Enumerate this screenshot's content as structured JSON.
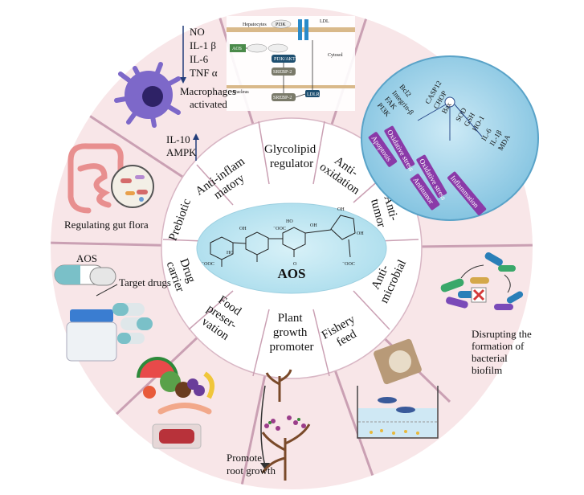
{
  "center": {
    "title": "AOS"
  },
  "segments": {
    "glycolipid": [
      "Glycolipid",
      "regulator"
    ],
    "antioxidation": [
      "Anti-",
      "oxidation"
    ],
    "antitumor": [
      "Anti-",
      "tumor"
    ],
    "antimicrobial": [
      "Anti-",
      "microbial"
    ],
    "fishery": [
      "Fishery",
      "feed"
    ],
    "plant": [
      "Plant",
      "growth",
      "promoter"
    ],
    "food": [
      "Food",
      "preser-",
      "vation"
    ],
    "drug": [
      "Drug",
      "carrier"
    ],
    "prebiotic": [
      "Prebiotic"
    ],
    "antiinflam": [
      "Anti-inflam",
      "matory"
    ]
  },
  "panels": {
    "inflammation": {
      "cytokines_down": [
        "NO",
        "IL-1 β",
        "IL-6",
        "TNF α"
      ],
      "macrophage_label": [
        "Macrophages",
        "activated"
      ],
      "markers_up": [
        "IL-10",
        "AMPK"
      ]
    },
    "gut": {
      "label": "Regulating gut flora"
    },
    "drug": {
      "aos_label": "AOS",
      "target_label": "Target drugs"
    },
    "biofilm": {
      "label": [
        "Disrupting the",
        "formation of",
        "bacterial",
        "biofilm"
      ]
    },
    "root": {
      "label": [
        "Promote",
        "root growth"
      ]
    },
    "glycolipid_pathway": {
      "hepatocytes": "Hepatocytes",
      "cytosol": "Cytosol",
      "nucleus": "Nucleus",
      "aos": "AOS",
      "nodes": [
        "PI3K",
        "PI3K/AKT",
        "SREBP-2",
        "SREBP-2",
        "LDLR",
        "LDL"
      ]
    },
    "tumor_cell": {
      "left_column": [
        "Bcl2",
        "Integrin-β",
        "FAK",
        "PI3K"
      ],
      "mid_column": [
        "CASP12",
        "CHOP",
        "Bax"
      ],
      "right_column": [
        "SOD",
        "GSH",
        "HO-1"
      ],
      "right_column2": [
        "IL-6",
        "IL-1β",
        "MDA"
      ],
      "pills": [
        "Oxidative stress",
        "Apoptosis",
        "Oxidative stress",
        "Antitumor",
        "Inflammation"
      ]
    }
  },
  "colors": {
    "outer_ring": "#f7e4e6",
    "middle_ring": "#ffffff",
    "center_ellipse": "#b9e4f0",
    "dividers": "#c995ab",
    "cell": "#9fd3ea",
    "pill": "#8a3aa8"
  }
}
